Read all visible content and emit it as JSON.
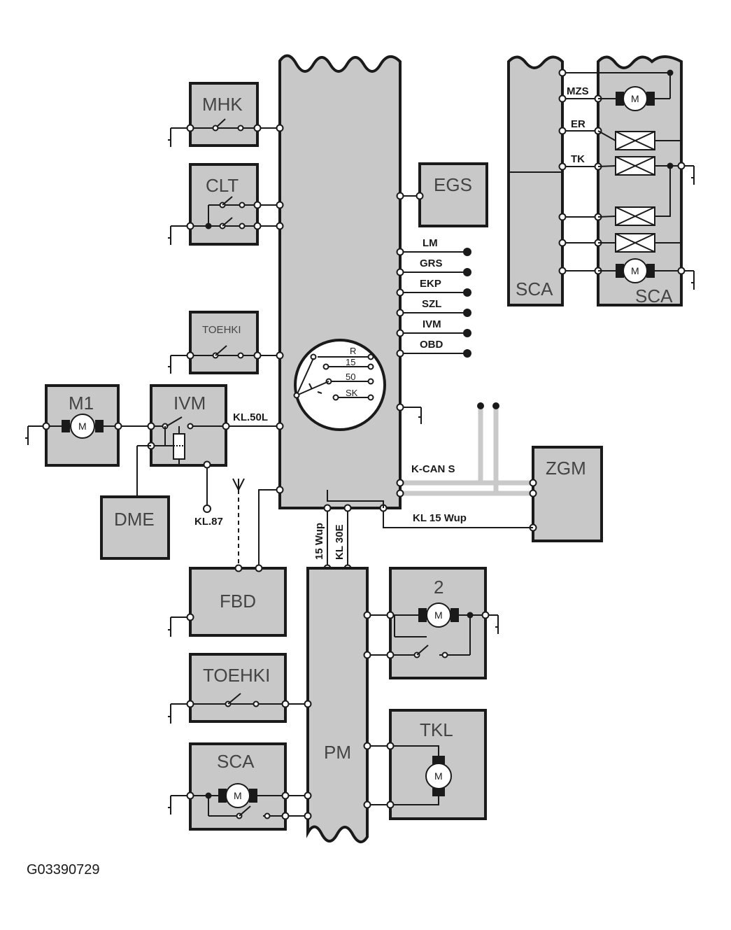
{
  "modules": {
    "mhk": "MHK",
    "clt": "CLT",
    "toehki_top": "TOEHKI",
    "m1": "M1",
    "ivm": "IVM",
    "dme": "DME",
    "egs": "EGS",
    "zgm": "ZGM",
    "sca_left": "SCA",
    "sca_right": "SCA",
    "fbd": "FBD",
    "pm": "PM",
    "motor2": "2",
    "tkl": "TKL",
    "toehki_bottom": "TOEHKI",
    "sca_bottom": "SCA"
  },
  "motor_symbol": "M",
  "outputs": [
    "LM",
    "GRS",
    "EKP",
    "SZL",
    "IVM",
    "OBD"
  ],
  "sca_lines": [
    "MZS",
    "ER",
    "TK"
  ],
  "ignition_switch": [
    "R",
    "15",
    "50",
    "SK"
  ],
  "wire_labels": {
    "kl50l": "KL.50L",
    "kl87": "KL.87",
    "kcan": "K-CAN S",
    "kl15wup_h": "KL 15 Wup",
    "wup15_v": "15 Wup",
    "kl30e_v": "KL 30E"
  },
  "figure_id": "G03390729"
}
